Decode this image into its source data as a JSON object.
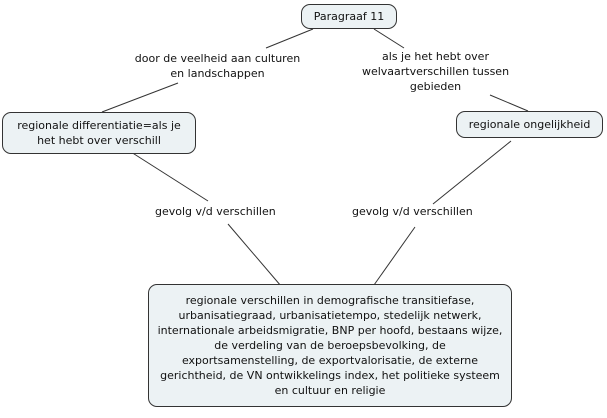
{
  "diagram_type": "concept-map",
  "colors": {
    "background": "#ffffff",
    "node_fill": "#ecf2f4",
    "node_border": "#333333",
    "connector_line": "#333333",
    "text": "#111111"
  },
  "nodes": {
    "top": {
      "label": "Paragraaf 11"
    },
    "left": {
      "label": "regionale differentiatie=als je het hebt over verschill"
    },
    "right": {
      "label": "regionale ongelijkheid"
    },
    "bottom": {
      "label": "regionale verschillen in demografische transitiefase, urbanisatiegraad, urbanisatietempo, stedelijk netwerk, internationale arbeidsmigratie, BNP per hoofd, bestaans wijze, de verdeling van de beroepsbevolking, de exportsamenstelling, de exportvalorisatie, de externe gerichtheid, de VN ontwikkelings index, het politieke systeem en cultuur en religie"
    }
  },
  "link_labels": {
    "culturen": {
      "label": "door de veelheid aan culturen en landschappen"
    },
    "welvaart": {
      "label": "als je het hebt over welvaartverschillen tussen gebieden"
    },
    "gevolg_left": {
      "label": "gevolg v/d verschillen"
    },
    "gevolg_right": {
      "label": "gevolg v/d verschillen"
    }
  }
}
